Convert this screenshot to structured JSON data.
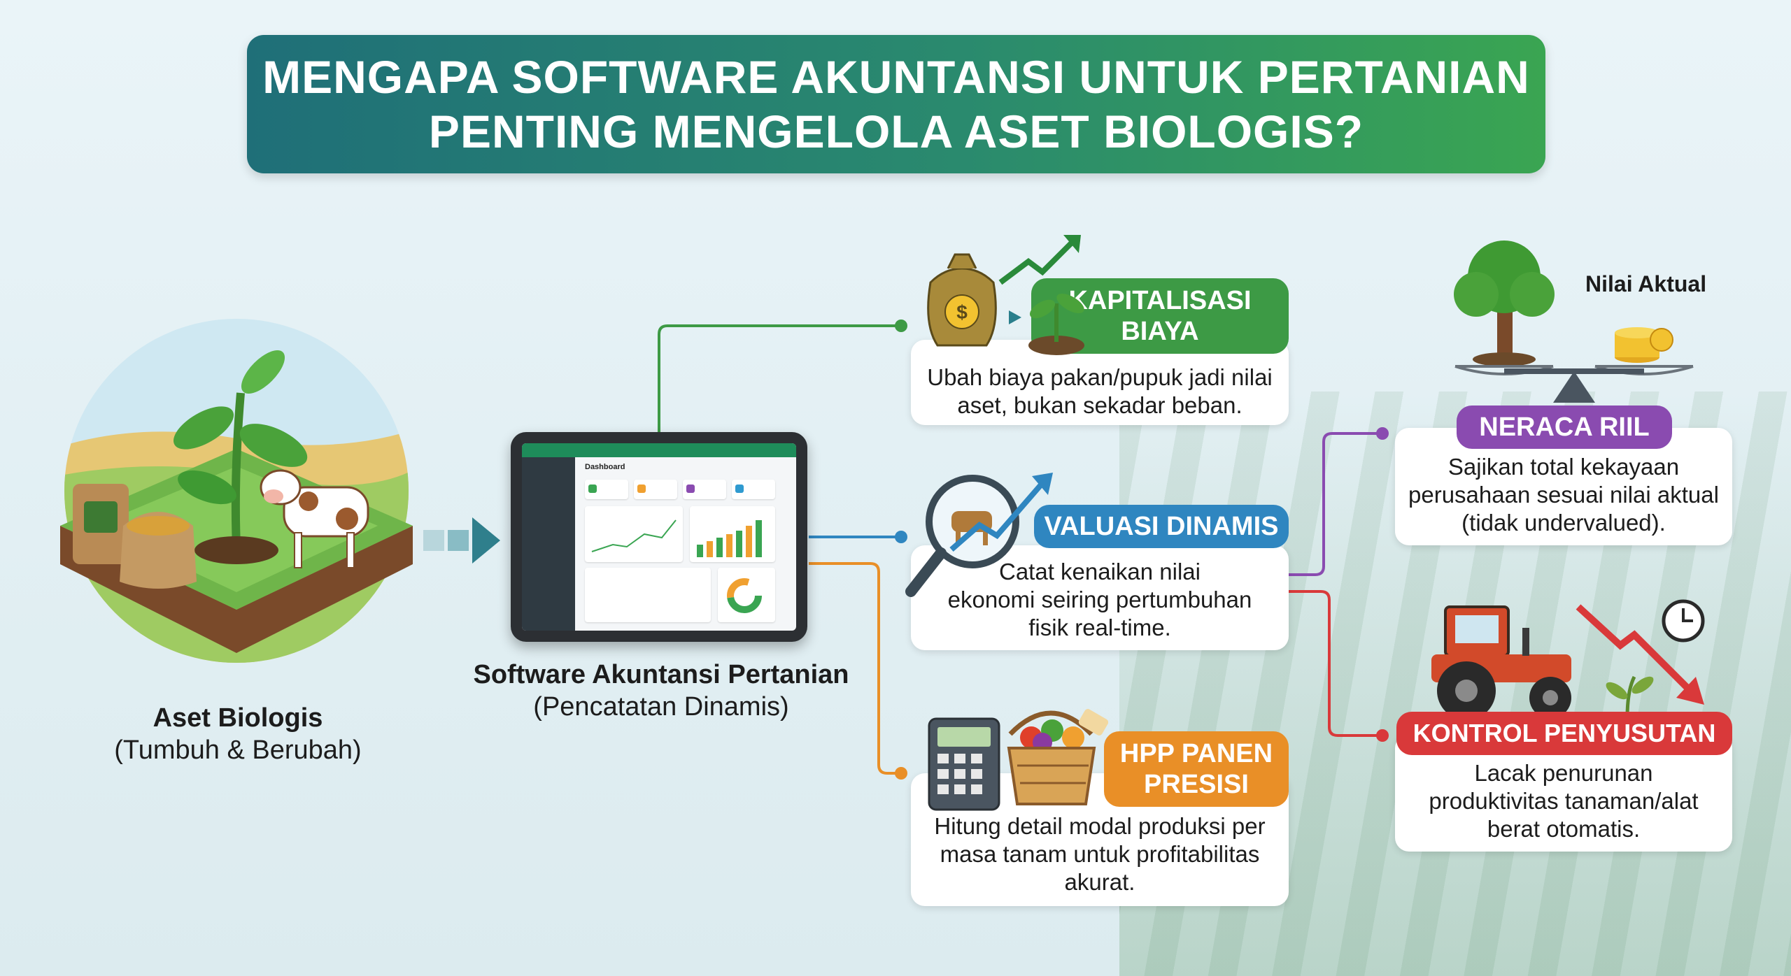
{
  "title": {
    "line1": "MENGAPA SOFTWARE AKUNTANSI UNTUK PERTANIAN",
    "line2": "PENTING MENGELOLA ASET BIOLOGIS?"
  },
  "asset": {
    "title": "Aset Biologis",
    "subtitle": "(Tumbuh & Berubah)"
  },
  "software": {
    "title": "Software Akuntansi Pertanian",
    "subtitle": "(Pencatatan Dinamis)",
    "screen_title": "Dashboard"
  },
  "benefits": [
    {
      "label_line1": "KAPITALISASI",
      "label_line2": "BIAYA",
      "text_line1": "Ubah biaya pakan/pupuk jadi nilai",
      "text_line2": "aset, bukan sekadar beban.",
      "color": "#3d9a45"
    },
    {
      "label_line1": "VALUASI DINAMIS",
      "text_line1": "Catat kenaikan nilai",
      "text_line2": "ekonomi seiring pertumbuhan",
      "text_line3": "fisik real-time.",
      "color": "#2f86c0"
    },
    {
      "label_line1": "HPP PANEN",
      "label_line2": "PRESISI",
      "text_line1": "Hitung detail modal produksi per",
      "text_line2": "masa tanam untuk profitabilitas",
      "text_line3": "akurat.",
      "color": "#e98f27"
    }
  ],
  "outcomes": [
    {
      "label": "NERACA RIIL",
      "text_line1": "Sajikan total kekayaan",
      "text_line2": "perusahaan sesuai nilai aktual",
      "text_line3": "(tidak undervalued).",
      "color": "#8a4bb0"
    },
    {
      "label": "KONTROL PENYUSUTAN",
      "text_line1": "Lacak penurunan",
      "text_line2": "produktivitas tanaman/alat",
      "text_line3": "berat otomatis.",
      "color": "#d9393a"
    }
  ],
  "scale_label": "Nilai Aktual",
  "icons": [
    "money-bag-icon",
    "growth-arrow-icon",
    "sprout-icon",
    "magnifier-cow-icon",
    "calculator-icon",
    "harvest-basket-icon",
    "tree-icon",
    "coins-icon",
    "balance-scale-icon",
    "tractor-icon",
    "down-arrow-icon",
    "clock-icon",
    "wilting-plant-icon",
    "plant-icon",
    "cow-icon",
    "seed-sack-icon"
  ]
}
